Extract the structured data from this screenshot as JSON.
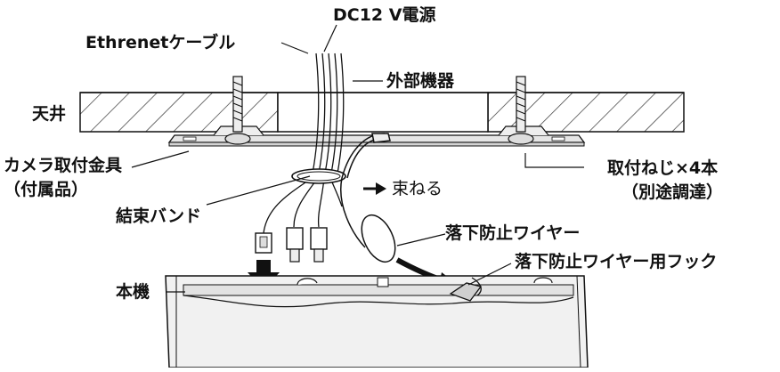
{
  "labels": {
    "power": "DC12 V電源",
    "ethernet": "Ethrenetケーブル",
    "external": "外部機器",
    "ceiling": "天井",
    "bracket_line1": "カメラ取付金具",
    "bracket_line2": "（付属品）",
    "screws_line1": "取付ねじ×4本",
    "screws_line2": "（別途調達）",
    "bundle": "束ねる",
    "band": "結束バンド",
    "wire": "落下防止ワイヤー",
    "hook": "落下防止ワイヤー用フック",
    "unit": "本機"
  },
  "colors": {
    "ink": "#111111",
    "plate": "#e6e6e6",
    "body": "#f1f1f1",
    "hatch": "#333333"
  }
}
